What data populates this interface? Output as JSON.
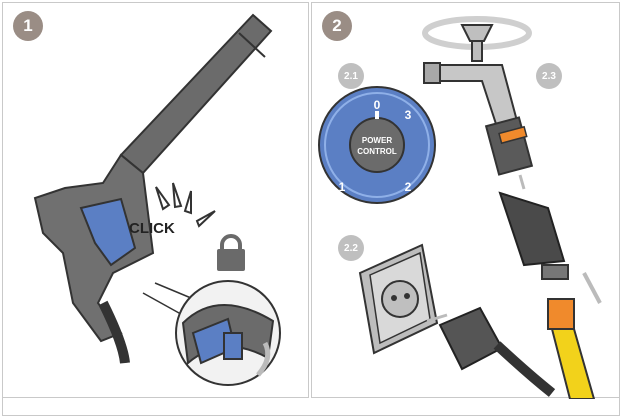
{
  "step1": {
    "number": "1",
    "click_label": "CLICK"
  },
  "step2": {
    "number": "2",
    "sub_steps": {
      "s21": "2.1",
      "s22": "2.2",
      "s23": "2.3"
    },
    "dial": {
      "label_line1": "POWER",
      "label_line2": "CONTROL",
      "marks": {
        "m0": "0",
        "m1": "1",
        "m2": "2",
        "m3": "3"
      }
    }
  },
  "icons": [
    "lock-icon",
    "click-burst-icon",
    "rotate-arrow-icon",
    "down-arrow-icon",
    "right-arrow-icon"
  ],
  "colors": {
    "blue": "#5b7fc4",
    "gray_dark": "#5a5a5a",
    "orange": "#f08a2c",
    "yellow_hose": "#f2d21b",
    "badge": "#9a8d85"
  }
}
